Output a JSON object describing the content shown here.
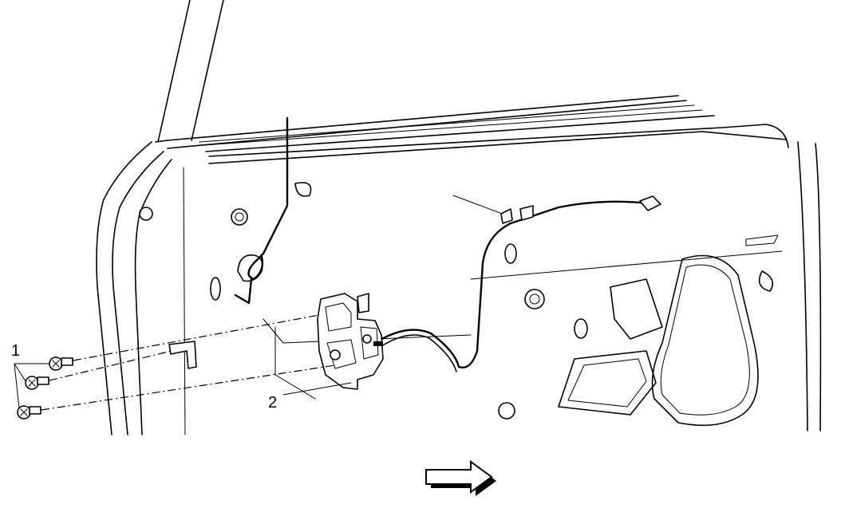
{
  "callouts": [
    {
      "id": "1",
      "label": "1"
    },
    {
      "id": "2",
      "label": "2"
    }
  ],
  "direction_arrow": {
    "icon": "right-arrow-icon",
    "meaning": "view direction"
  }
}
